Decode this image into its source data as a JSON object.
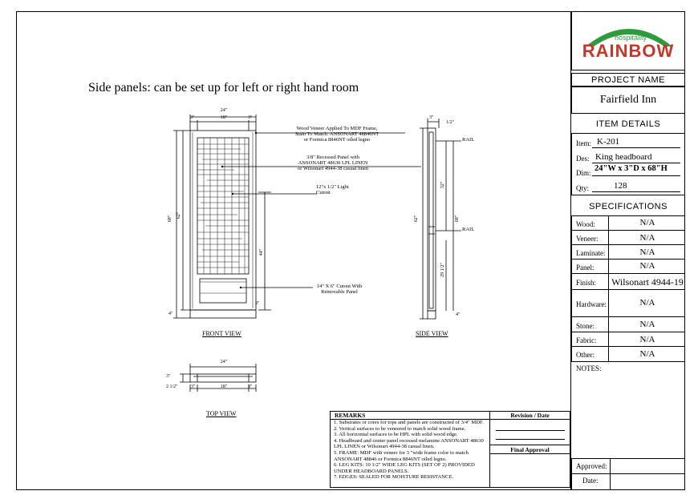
{
  "page_title": "Side panels: can be set up for left or right hand room",
  "logo": {
    "top_text": "hospitality",
    "main_text": "RAINBOW",
    "colors": {
      "arc": "#2e9a3e",
      "text": "#c0392b"
    }
  },
  "project": {
    "header": "PROJECT NAME",
    "name": "Fairfield Inn"
  },
  "item_details": {
    "header": "ITEM DETAILS",
    "item_label": "Item:",
    "item_value": "K-201",
    "des_label": "Des:",
    "des_value": "King headboard",
    "dim_label": "Dim:",
    "dim_value": "24\"W x 3\"D x 68\"H",
    "qty_label": "Qty:",
    "qty_value": "128"
  },
  "specifications": {
    "header": "SPECIFICATIONS",
    "rows": [
      {
        "label": "Wood:",
        "value": "N/A"
      },
      {
        "label": "Veneer:",
        "value": "N/A"
      },
      {
        "label": "Laminate:",
        "value": "N/A"
      },
      {
        "label": "Panel:",
        "value": "N/A"
      },
      {
        "label": "Finish:",
        "value": "Wilsonart 4944-19"
      },
      {
        "label": "Hardware:",
        "value": "N/A"
      },
      {
        "label": "Stone:",
        "value": "N/A"
      },
      {
        "label": "Fabric:",
        "value": "N/A"
      },
      {
        "label": "Other:",
        "value": "N/A"
      }
    ]
  },
  "notes_label": "NOTES:",
  "approved_label": "Approved:",
  "date_label": "Date:",
  "remarks": {
    "header": "REMARKS",
    "revision_header": "Revision / Date",
    "final_approval": "Final Approval",
    "items": [
      "1. Substrates or cores for tops and panels are constructed of 3/4\" MDF.",
      "2. Vertical surfaces to be veneered to match solid wood frame.",
      "3. All horizontal surfaces to be HPL with solid wood edge.",
      "4. Headboard and center panel recessed melamine ANSONART 48630 LPL LINEN or Wilsonart 4944-38 casual linen.",
      "5. FRAME: MDF with veneer for 3 \"wide frame color to match ANSONART 48846 or Formica 8846NT oiled legno.",
      "6. LEG KITS: 10 1/2\" WIDE LEG KITS (SET OF 2) PROVIDED UNDER HEADBOARD PANELS.",
      "7. EDGES: SEALED FOR MOISTURE RESISTANCE."
    ]
  },
  "drawing": {
    "front_view": "FRONT VIEW",
    "side_view": "SIDE VIEW",
    "top_view": "TOP VIEW",
    "callout_veneer": [
      "Wood Veneer Applied To MDF Frame,",
      "Stain To Match: ANSONART 48846NT",
      "or Formica 8846NT oiled legno"
    ],
    "callout_panel": [
      "3/8\" Recessed Panel with",
      "ANSONART 48630 LPL LINEN",
      "or Wilsonart 4944-38 casual linen"
    ],
    "callout_light": [
      "12\"x 1/2\" Light",
      "Cutout"
    ],
    "callout_cutout": [
      "14\" X 6\" Cutout With",
      "Removable Panel"
    ],
    "rail_label": "RAIL",
    "dims_front": {
      "width": "24\"",
      "inner": "18\"",
      "side": "3\"",
      "h68": "68\"",
      "h62": "62\"",
      "h44": "44\"",
      "leg": "4\"",
      "bottom": "3\""
    },
    "dims_side": {
      "top": "3\"",
      "top2": "1/2\"",
      "h62": "62\"",
      "h68": "68\"",
      "h32": "32\"",
      "h29": "29 1/2\"",
      "leg": "4\""
    },
    "dims_top": {
      "width": "24\"",
      "inner": "18\"",
      "side": "3\"",
      "depth": "3\"",
      "depth2": "2 1/2\""
    }
  }
}
